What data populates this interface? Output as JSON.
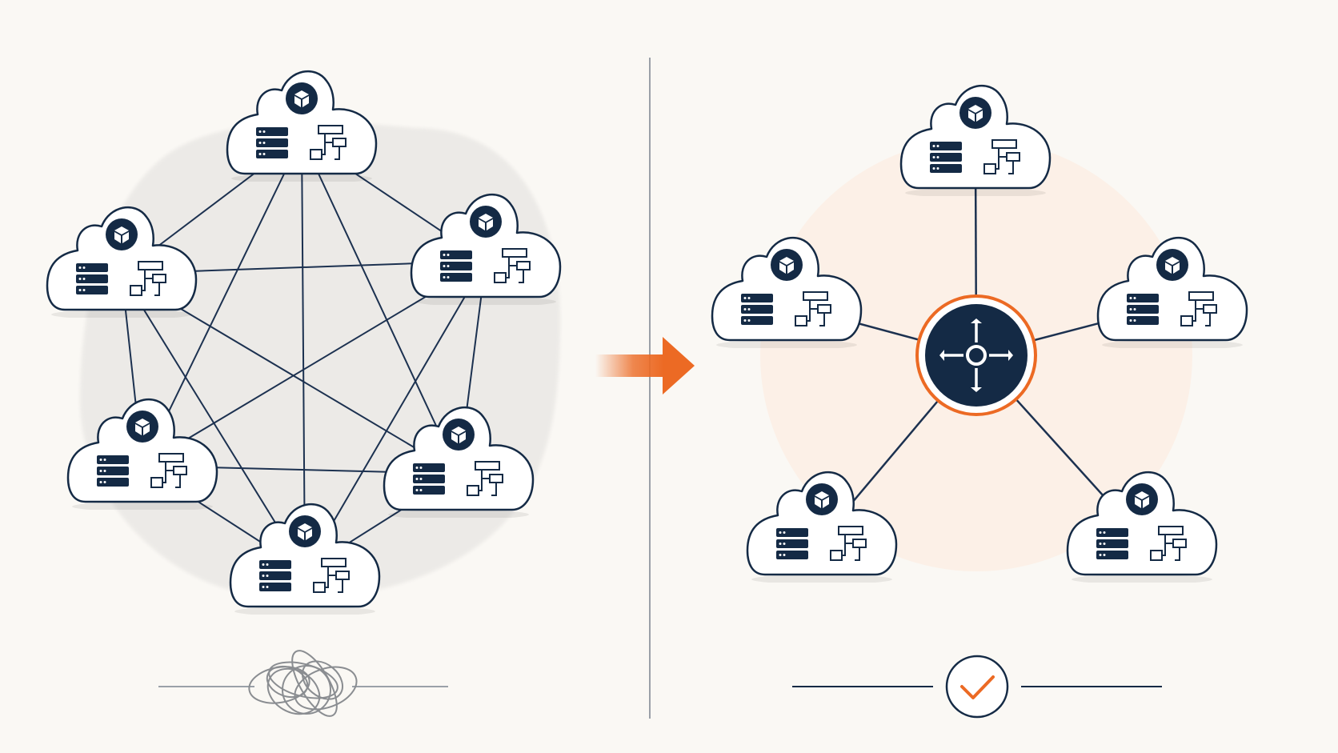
{
  "diagram": {
    "before": {
      "topology": "mesh",
      "node_count": 6,
      "icons": [
        "cube-icon",
        "server-stack-icon",
        "workflow-icon"
      ],
      "footer_icon": "tangle-icon"
    },
    "transition": {
      "icon": "arrow-right-icon"
    },
    "after": {
      "topology": "hub-and-spoke",
      "node_count": 5,
      "hub_icon": "directional-arrows-hub-icon",
      "icons": [
        "cube-icon",
        "server-stack-icon",
        "workflow-icon"
      ],
      "footer_icon": "checkmark-icon"
    }
  },
  "colors": {
    "background": "#faf8f4",
    "navy": "#142a45",
    "line": "#1c3150",
    "accent": "#ec6a24",
    "mesh_blob": "#ebe9e6",
    "hub_glow": "#fbefe4",
    "divider": "#9aa0a8",
    "tangle": "#8a8d91"
  }
}
